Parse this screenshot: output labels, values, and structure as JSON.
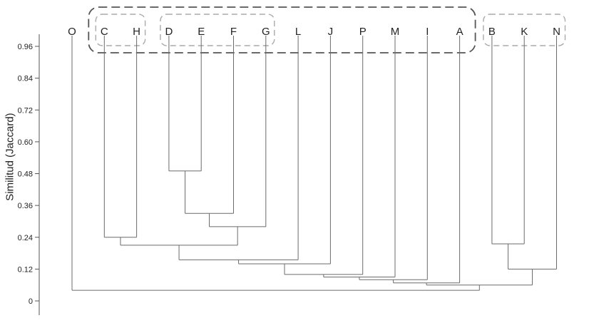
{
  "chart_data": {
    "type": "dendrogram",
    "title": "",
    "ylabel": "Similitud (Jaccard)",
    "xlabel": "",
    "ylim": [
      0,
      1.0
    ],
    "yticks": [
      "0.96",
      "0.84",
      "0.72",
      "0.60",
      "0.48",
      "0.36",
      "0.24",
      "0.12",
      "0"
    ],
    "ytick_values": [
      0.96,
      0.84,
      0.72,
      0.6,
      0.48,
      0.36,
      0.24,
      0.12,
      0
    ],
    "leaves": [
      "O",
      "C",
      "H",
      "D",
      "E",
      "F",
      "G",
      "L",
      "J",
      "P",
      "M",
      "I",
      "A",
      "B",
      "K",
      "N"
    ],
    "merges": [
      {
        "a": "D",
        "b": "E",
        "sim": 0.49
      },
      {
        "a": "D-E",
        "b": "F",
        "sim": 0.33
      },
      {
        "a": "D-E-F",
        "b": "G",
        "sim": 0.28
      },
      {
        "a": "C",
        "b": "H",
        "sim": 0.24
      },
      {
        "a": "B",
        "b": "K",
        "sim": 0.215
      },
      {
        "a": "C-H",
        "b": "D-E-F-G",
        "sim": 0.21
      },
      {
        "a": "B-K",
        "b": "N",
        "sim": 0.12
      },
      {
        "a": "CHDEFG",
        "b": "L",
        "sim": 0.155
      },
      {
        "a": "CHDEFGL",
        "b": "J",
        "sim": 0.14
      },
      {
        "a": "CHDEFGLJ",
        "b": "P",
        "sim": 0.1
      },
      {
        "a": "CHDEFGLJP",
        "b": "M",
        "sim": 0.09
      },
      {
        "a": "CHDEFGLJPM",
        "b": "I",
        "sim": 0.08
      },
      {
        "a": "CHDEFGLJPMI",
        "b": "A",
        "sim": 0.068
      },
      {
        "a": "CHDEFGLJPMIA",
        "b": "BKN",
        "sim": 0.06
      },
      {
        "a": "O",
        "b": "ALL",
        "sim": 0.04
      }
    ],
    "grid": false,
    "groups": [
      {
        "members": [
          "C",
          "H",
          "D",
          "E",
          "F",
          "G",
          "L",
          "J",
          "P",
          "M",
          "I",
          "A"
        ],
        "style": "dashed-dark"
      },
      {
        "members": [
          "C",
          "H"
        ],
        "style": "dashed-light"
      },
      {
        "members": [
          "D",
          "E",
          "F",
          "G"
        ],
        "style": "dashed-light"
      },
      {
        "members": [
          "B",
          "K",
          "N"
        ],
        "style": "dashed-light"
      }
    ],
    "colors": {
      "branch": "#6b6b6b",
      "axis": "#555555",
      "group_dark": "#555555",
      "group_light": "#aaaaaa",
      "text": "#222222"
    }
  }
}
